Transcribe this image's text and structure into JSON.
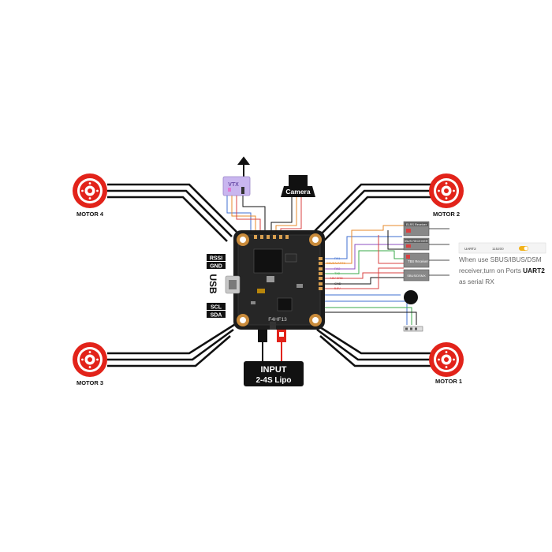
{
  "motors": [
    {
      "label": "MOTOR 4"
    },
    {
      "label": "MOTOR 2"
    },
    {
      "label": "MOTOR 3"
    },
    {
      "label": "MOTOR 1"
    }
  ],
  "vtx": {
    "label": "VTX"
  },
  "camera": {
    "label": "Camera"
  },
  "left_pads": [
    "RSSI",
    "GND",
    "SCL",
    "SDA"
  ],
  "usb_label": "USB",
  "board_label": "F4HF13",
  "uart_pads": [
    "RX1",
    "SBUS/UART2",
    "RX2",
    "TX2",
    "4.5V SRD",
    "GND",
    "5.5V"
  ],
  "receivers": [
    "ELRS Receiver",
    "IBUS RECEIVER",
    "TBS Receiver",
    "SBUS/DSMX"
  ],
  "input": {
    "line1": "INPUT",
    "line2": "2-4S Lipo"
  },
  "note": {
    "line1": "When use SBUS/IBUS/DSM",
    "line2": "receiver,turn on Ports",
    "emph": "UART2",
    "line3": "as serial RX"
  },
  "uart_setting": {
    "port": "UART2",
    "baud": "115200"
  },
  "colors": {
    "motor": "#e2231a",
    "wire": "#111111",
    "vtx": "#c9b6ef",
    "board": "#1c1c1c",
    "uart_red": "#d94040",
    "uart_orange": "#e78a2a",
    "uart_green": "#3aa84a",
    "uart_blue": "#3f6fd0",
    "uart_purple": "#8e4fc0"
  }
}
